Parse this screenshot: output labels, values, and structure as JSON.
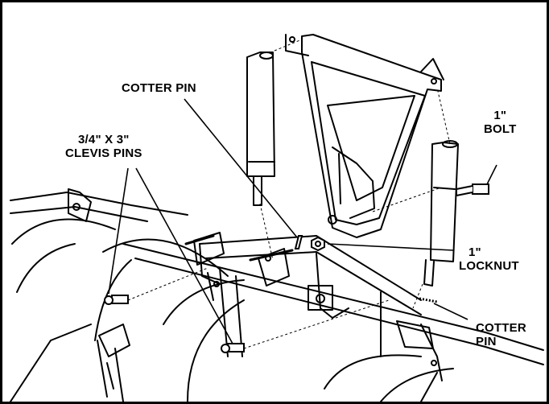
{
  "labels": {
    "cotter_pin_top": "COTTER PIN",
    "clevis_line1": "3/4\" X 3\"",
    "clevis_line2": "CLEVIS PINS",
    "bolt_line1": "1\"",
    "bolt_line2": "BOLT",
    "locknut_line1": "1\"",
    "locknut_line2": "LOCKNUT",
    "cotter_right_line1": "COTTER",
    "cotter_right_line2": "PIN"
  },
  "colors": {
    "ink": "#000000",
    "paper": "#ffffff"
  },
  "icons": {
    "part_illustration": "snowplow-a-frame-mount-exploded-view"
  }
}
